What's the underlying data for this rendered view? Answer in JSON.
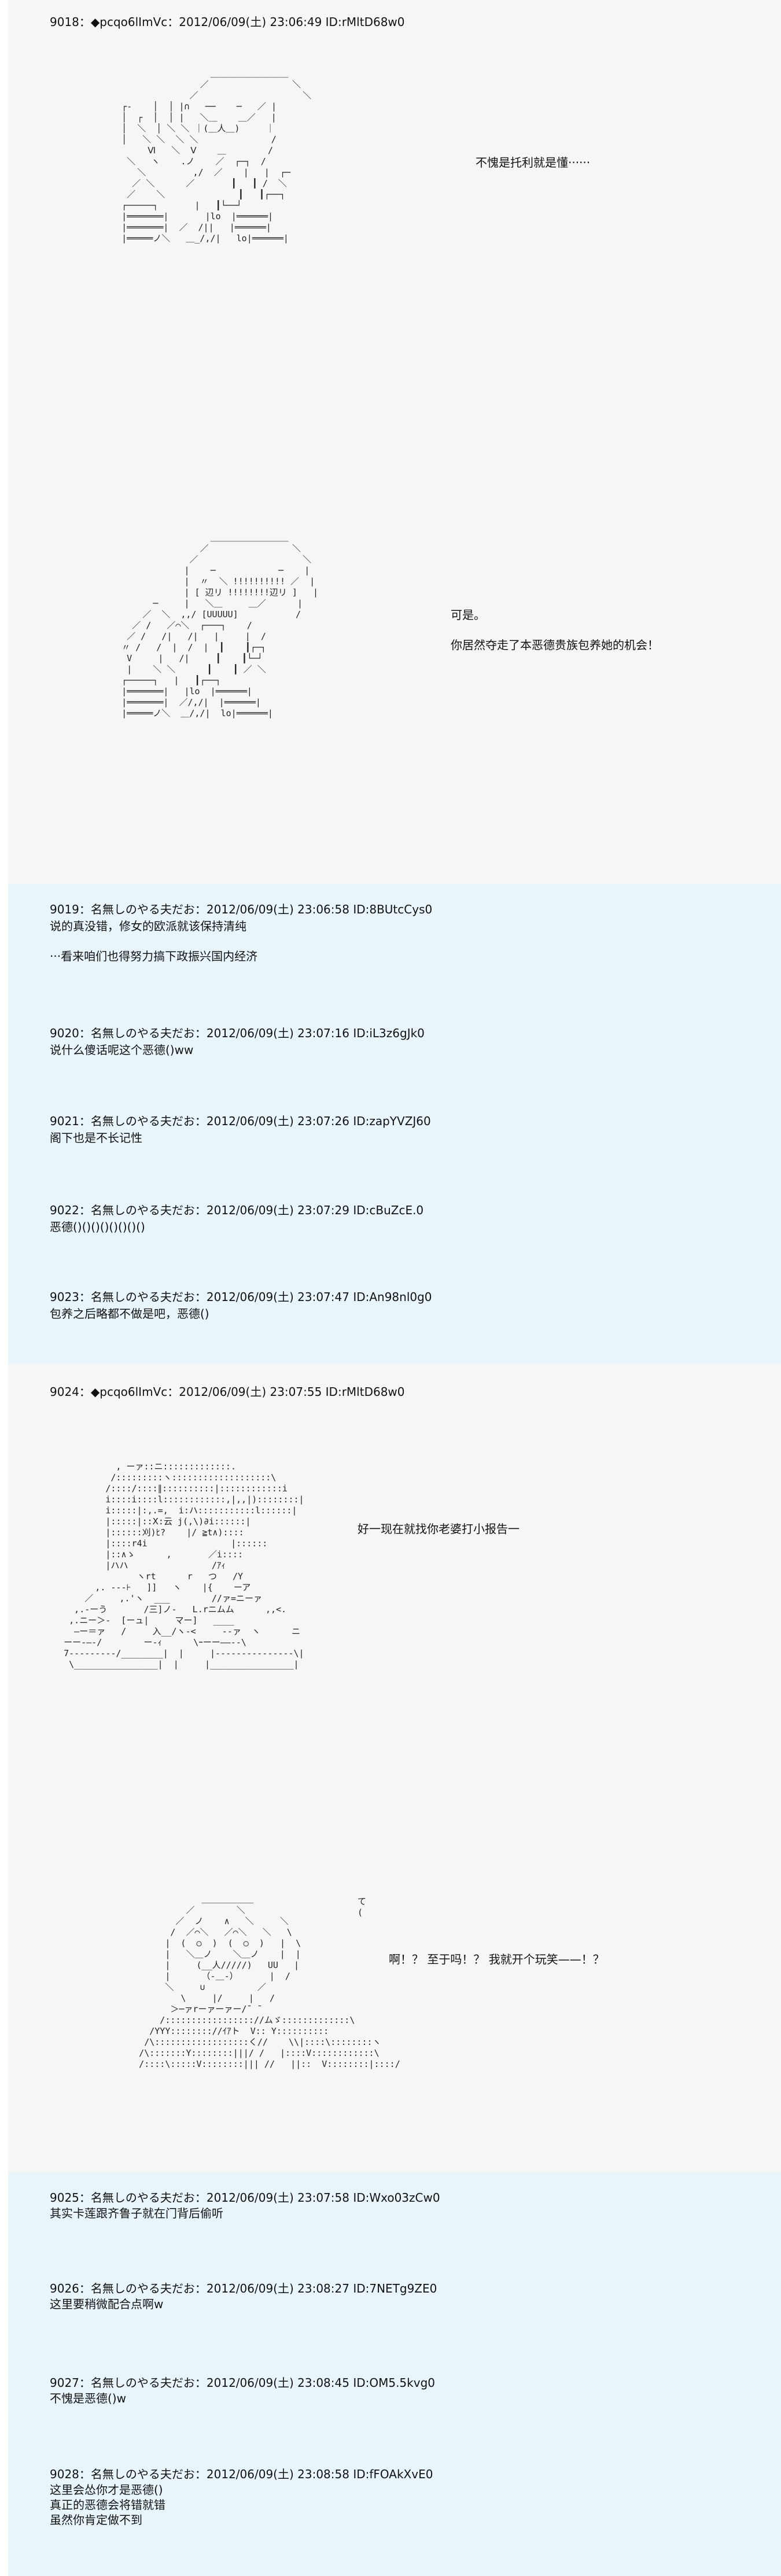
{
  "posts": [
    {
      "header": "9018：◆pcqo6lImVc：2012/06/09(土) 23:06:49 ID:rMltD68w0",
      "panels": [
        {
          "art": "                     ＿＿＿＿＿＿＿＿＿\n                   ／                ＼\n                 ／                    ＼\n    ┌‐    │  │ |∩   ──    ─   ／ |\n    │  ┌  │  │ |   ＼＿    ＿／   |\n    │  ＼  │ ＼ ＼ ｜(＿人＿)     ｜\n    │   ＼ ＼  ＼ ＼              /\n         Ⅵ   ＼  Ⅴ    ＿        /\n     ＼   ヽ    .ノ    ／  ┌─┐  /\n       ＼         ,/  ／    |   |  ┌─\n      ／ ＼      ／       ┃   ┃ /  ＼\n     ／    ＼              ┃   ┃┌──┐\n    ┌─────┐       |   ┃└──┘\n    |═══════|       |lo  |══════|\n    |═══════|  ／  /||   |══════|\n    |═════ノ＼   ＿_/,/|   lo|══════|",
          "speech": "不愧是托利就是懂······"
        },
        {
          "art": "                     ＿＿＿＿＿＿＿＿＿\n                   ／                ＼\n                 ／                    ＼\n                |    ─            ─    |\n                |  〃  ＼ !!!!!!!!!! ／  |\n                | [ 辺リ !!!!!!!!辺リ ]   |\n          ─     |   ＼＿     ＿／      |\n        ／  ＼  ,,/ [UUUUU]           /\n      ／ /   ／⌒＼  ┌───┐    /\n     ／ /   /|   /|   |     |  /\n    〃 /   /  |  /  |  ┃    ┃┌─┐\n     V     |   /|     ┃    ┃└─┘\n     |    ＼ ＼      ┃    ┃ ／ ＼\n    ┌─────┐   |   ┃┌──┐\n    |═══════|   |lo  |══════|\n    |═══════|  ／/,/|  |══════|\n    |═════ノ＼  ＿/,/|  lo|══════|",
          "speech": "可是。\n\n你居然夺走了本恶德贵族包养她的机会！"
        }
      ]
    },
    {
      "header": "9019：名無しのやる夫だお：2012/06/09(土) 23:06:58 ID:8BUtcCys0",
      "lines": "说的真没错，修女的欧派就该保持清纯\n\n···看来咱们也得努力搞下政振兴国内经济"
    },
    {
      "header": "9020：名無しのやる夫だお：2012/06/09(土) 23:07:16 ID:iL3z6gJk0",
      "lines": "说什么傻话呢这个恶德()ww"
    },
    {
      "header": "9021：名無しのやる夫だお：2012/06/09(土) 23:07:26 ID:zapYVZJ60",
      "lines": "阁下也是不长记性"
    },
    {
      "header": "9022：名無しのやる夫だお：2012/06/09(土) 23:07:29 ID:cBuZcE.0",
      "lines": "恶德()()()()()()()()"
    },
    {
      "header": "9023：名無しのやる夫だお：2012/06/09(土) 23:07:47 ID:An98nl0g0",
      "lines": "包养之后略都不做是吧，恶德()"
    },
    {
      "header": "9024：◆pcqo6lImVc：2012/06/09(土) 23:07:55 ID:rMltD68w0",
      "panels": [
        {
          "art": "              , ーァ::ニ:::::::::::::.\n             /:::::::::ヽ:::::::::::::::::::\\\n            /::::/::::∥::::::::::|::::::::::::i\n            i::::i::::l::::::::::::,|,,|)::::::::|\n            i:::::|:,.=,  i:ハ:::::::::::l::::::|\n            |:::::|::Ⅹ:云 j(,\\)∂i::::::|\n            |::::::刈)ﾋ?    |/ ≧t∧)::::\n            |::::r4i                |::::::\n            |::∧ゝ      ,       ／i::::\n            |ハハ                /ｱｨ\n                  ヽrt      r   つ   /Y\n          ,. ‐‐‐⊦   ]]   ヽ    |{    ーア\n        ／     ,.'ヽ  ___        //ァ=ニーァ\n      ,.-ーう       /三]ノ-   L.rニムム      ,,<.\n     ,.ニー＞‐  [ーュ|     マー]   ____\n      ―ー＝ァ   /     入__/ヽ-<     --ァ  ヽ      ニ\n    ーー‐―‐/        ー‐ｨ      \\ｰーー――‐‐\\\n    7‐‐‐‐‐‐‐‐‐/________|  |     |‐‐‐‐‐‐‐‐‐‐‐‐‐‐‐\\|\n     \\________________|  |     |________________|",
          "speech": "好一现在就找你老婆打小报告一"
        },
        {
          "art": "                  ＿＿＿＿＿＿\n               ／        ＼\n             ／  ノ    ∧   ＼     ＼\n            /  ／⌒＼   ／⌒＼   ＼   \\\n           |  (  ○  )  (  ○  )   |  \\\n           |   ＼＿ノ    ＼＿ノ    |  |\n           |     (__人/////)   UU   |\n           |      （-＿-）      |  /\n           ＼     ∪          ／\n              \\     |/     |   /\n            ＞─ァrーァーァー/¯ ¯\n          /::::::::::::::::://ムゞ:::::::::::::\\\n        /YYY:::::::://ｲｱト  V:: Y::::::::::\n       /\\::::::::::::::::::く//    \\\\|::::\\::::::::ヽ\n      /\\:::::::Y::::::::|||/ /   |::::V::::::::::::\\\n      /::::\\:::::V::::::::||| //   ||::  V::::::::|::::/",
          "speech": "啊！？ 至于吗！？ 我就开个玩笑——！？",
          "mark": "て\n("
        }
      ]
    },
    {
      "header": "9025：名無しのやる夫だお：2012/06/09(土) 23:07:58 ID:Wxo03zCw0",
      "lines": "其实卡莲跟齐鲁子就在门背后偷听"
    },
    {
      "header": "9026：名無しのやる夫だお：2012/06/09(土) 23:08:27 ID:7NETg9ZE0",
      "lines": "这里要稍微配合点啊w"
    },
    {
      "header": "9027：名無しのやる夫だお：2012/06/09(土) 23:08:45 ID:OM5.5kvg0",
      "lines": "不愧是恶德()w"
    },
    {
      "header": "9028：名無しのやる夫だお：2012/06/09(土) 23:08:58 ID:fFOAkXvE0",
      "lines": "这里会怂你才是恶德()\n真正的恶德会将错就错\n虽然你肯定做不到"
    }
  ]
}
